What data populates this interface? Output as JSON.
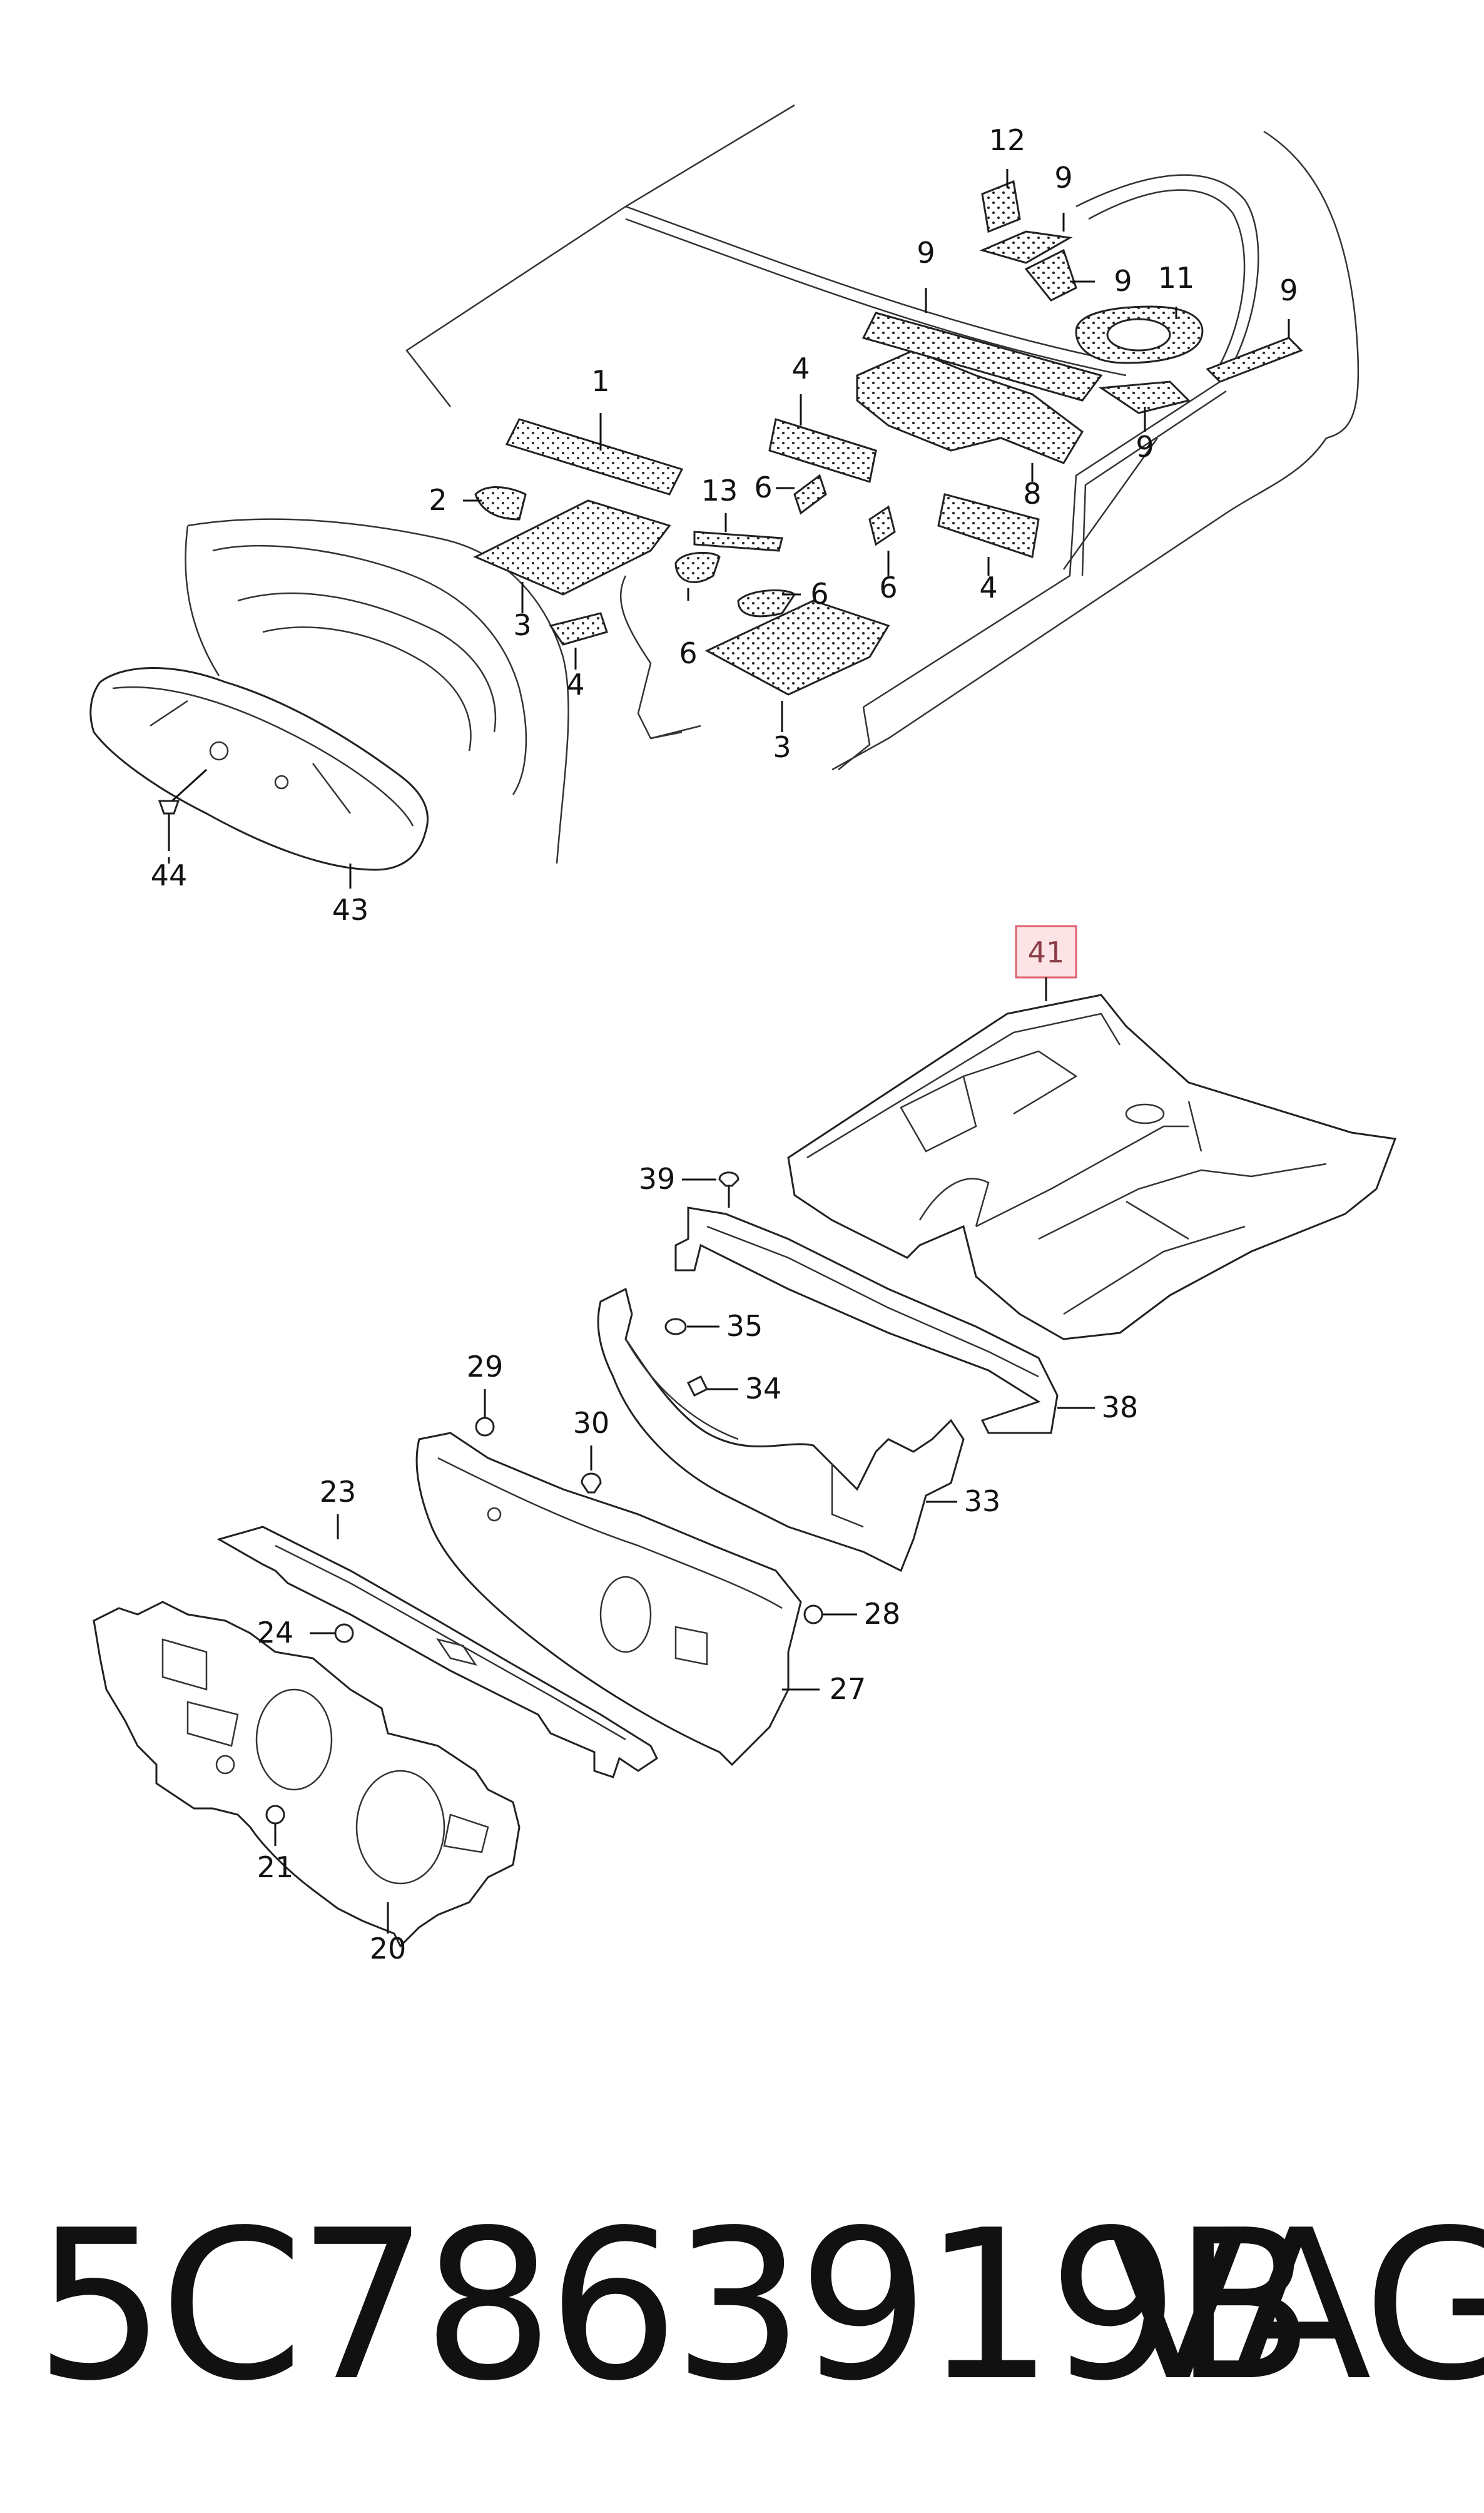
{
  "diagram": {
    "callouts": [
      {
        "id": "1",
        "text": "1"
      },
      {
        "id": "2",
        "text": "2"
      },
      {
        "id": "3a",
        "text": "3"
      },
      {
        "id": "3b",
        "text": "3"
      },
      {
        "id": "4a",
        "text": "4"
      },
      {
        "id": "4b",
        "text": "4"
      },
      {
        "id": "4c",
        "text": "4"
      },
      {
        "id": "6a",
        "text": "6"
      },
      {
        "id": "6b",
        "text": "6"
      },
      {
        "id": "6c",
        "text": "6"
      },
      {
        "id": "6d",
        "text": "6"
      },
      {
        "id": "8",
        "text": "8"
      },
      {
        "id": "9a",
        "text": "9"
      },
      {
        "id": "9b",
        "text": "9"
      },
      {
        "id": "9c",
        "text": "9"
      },
      {
        "id": "9d",
        "text": "9"
      },
      {
        "id": "9e",
        "text": "9"
      },
      {
        "id": "11",
        "text": "11"
      },
      {
        "id": "12",
        "text": "12"
      },
      {
        "id": "13",
        "text": "13"
      },
      {
        "id": "20",
        "text": "20"
      },
      {
        "id": "21",
        "text": "21"
      },
      {
        "id": "23",
        "text": "23"
      },
      {
        "id": "24",
        "text": "24"
      },
      {
        "id": "27",
        "text": "27"
      },
      {
        "id": "28",
        "text": "28"
      },
      {
        "id": "29",
        "text": "29"
      },
      {
        "id": "30",
        "text": "30"
      },
      {
        "id": "33",
        "text": "33"
      },
      {
        "id": "34",
        "text": "34"
      },
      {
        "id": "35",
        "text": "35"
      },
      {
        "id": "38",
        "text": "38"
      },
      {
        "id": "39",
        "text": "39"
      },
      {
        "id": "41",
        "text": "41"
      },
      {
        "id": "43",
        "text": "43"
      },
      {
        "id": "44",
        "text": "44"
      }
    ],
    "highlighted_callout": "41",
    "highlight_color": "#e06070",
    "highlight_fill": "#fbe3e6"
  },
  "footer": {
    "part_number": "5C7863919B",
    "brand": "VAG"
  }
}
